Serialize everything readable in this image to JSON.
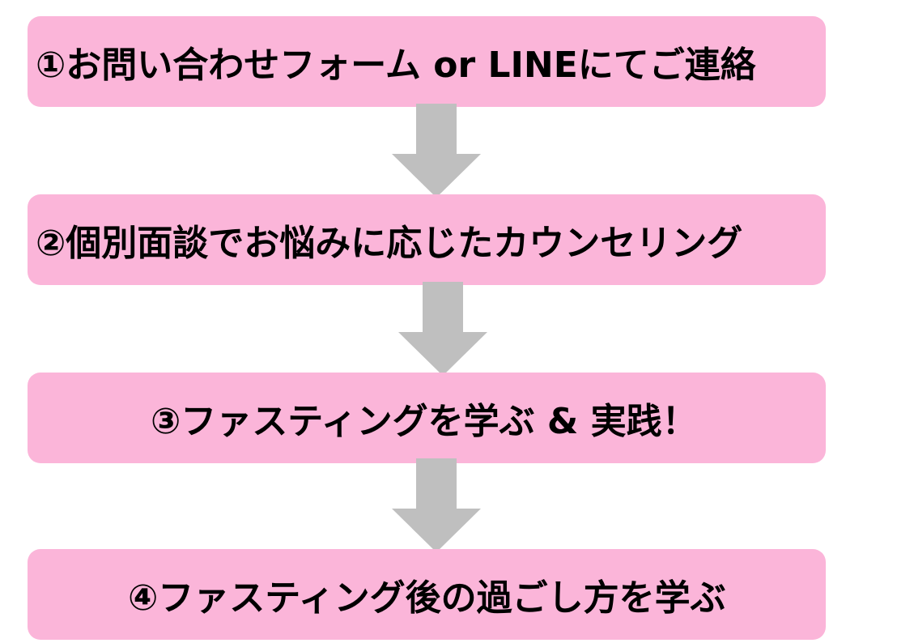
{
  "steps": [
    {
      "label": "①お問い合わせフォーム or LINEにてご連絡"
    },
    {
      "label": "②個別面談でお悩みに応じたカウンセリング"
    },
    {
      "label": "③ファスティングを学ぶ & 実践！"
    },
    {
      "label": "④ファスティング後の過ごし方を学ぶ"
    }
  ],
  "colors": {
    "box_fill": "#fbb5d9",
    "arrow_fill": "#bfbfbf",
    "text": "#000000"
  }
}
